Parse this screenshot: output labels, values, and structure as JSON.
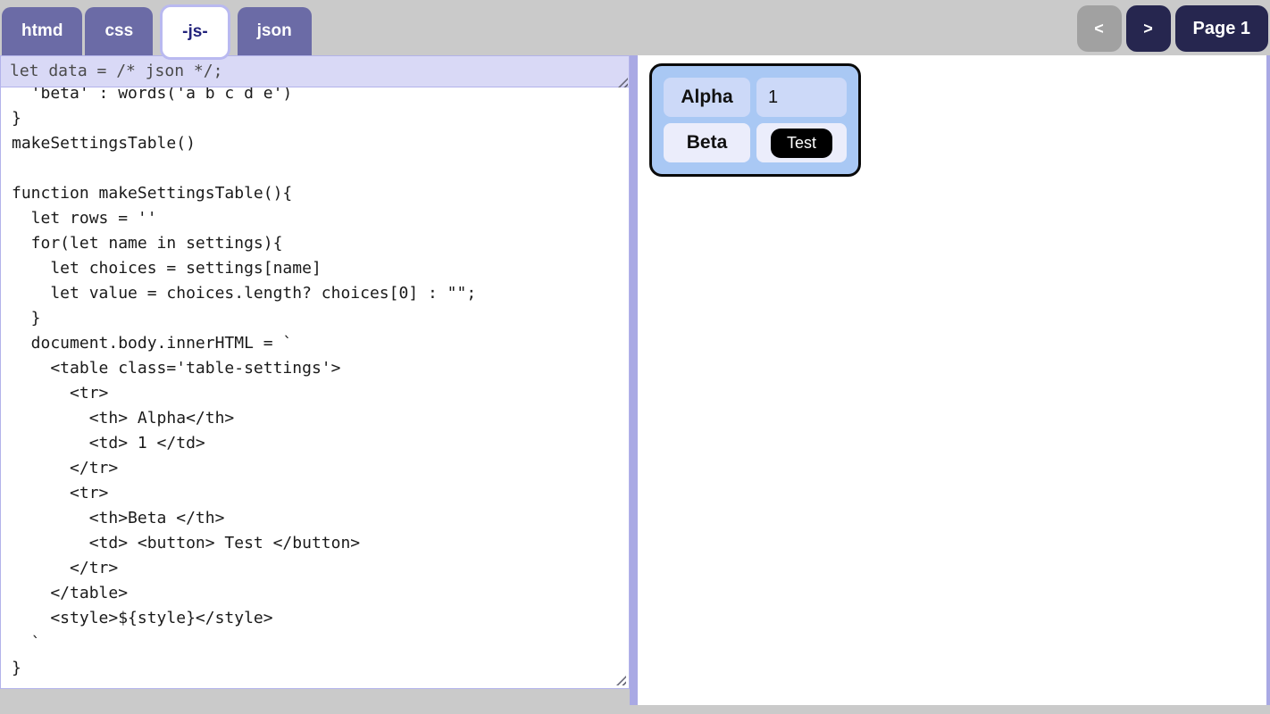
{
  "tabs": [
    {
      "label": "htmd",
      "active": false
    },
    {
      "label": "css",
      "active": false
    },
    {
      "label": "-js-",
      "active": true
    },
    {
      "label": "json",
      "active": false
    }
  ],
  "pager": {
    "prev_label": "<",
    "next_label": ">",
    "page_label": "Page 1"
  },
  "editor": {
    "data_line": "let data = /* json */;",
    "code": "  'beta' : words('a b c d e')\n}\nmakeSettingsTable()\n\nfunction makeSettingsTable(){\n  let rows = ''\n  for(let name in settings){\n    let choices = settings[name]\n    let value = choices.length? choices[0] : \"\";\n  }\n  document.body.innerHTML = `\n    <table class='table-settings'>\n      <tr>\n        <th> Alpha</th>\n        <td> 1 </td>\n      </tr>\n      <tr>\n        <th>Beta </th>\n        <td> <button> Test </button>\n      </tr>\n    </table>\n    <style>${style}</style>\n  `\n}"
  },
  "preview": {
    "rows": [
      {
        "header": "Alpha",
        "value": "1",
        "value_type": "text"
      },
      {
        "header": "Beta",
        "value": "Test",
        "value_type": "button"
      }
    ]
  },
  "colors": {
    "page_bg": "#cacaca",
    "tab_inactive_bg": "#6b6ba6",
    "tab_active_text": "#24247c",
    "tab_active_border": "#b9b9f0",
    "nav_button_bg": "#26264f",
    "nav_button_disabled_bg": "#a1a1a1",
    "data_line_bg": "#d9d9f6",
    "panel_border": "#a9a9e4",
    "preview_card_bg": "#a9c8f4",
    "preview_row1_cell_bg": "#ccd9f8",
    "preview_row2_cell_bg": "#ebedfb",
    "preview_button_bg": "#000000"
  }
}
